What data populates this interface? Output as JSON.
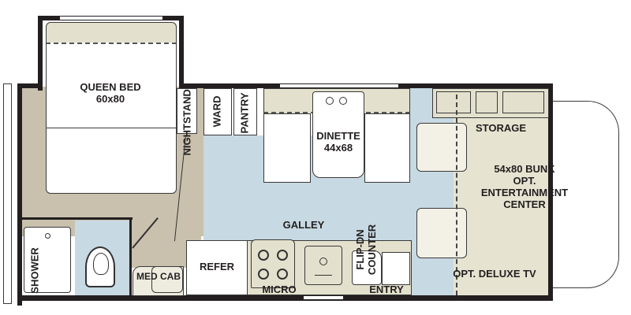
{
  "floorplan": {
    "colors": {
      "wall": "#231f20",
      "floor_bedroom": "#c9c1ad",
      "floor_galley": "#c7d9e2",
      "cabinet": "#e3e0cd",
      "bunk_area": "#e6e3d1",
      "fixture": "#ffffff",
      "text": "#231f20"
    },
    "rooms": {
      "queen_bed": {
        "line1": "QUEEN BED",
        "line2": "60x80"
      },
      "nightstand": "NIGHTSTAND",
      "ward": "WARD",
      "pantry": "PANTRY",
      "dinette": {
        "line1": "DINETTE",
        "line2": "44x68"
      },
      "storage": "STORAGE",
      "bunk": {
        "line1": "54x80 BUNK",
        "line2": "OPT.",
        "line3": "ENTERTAINMENT",
        "line4": "CENTER"
      },
      "galley": "GALLEY",
      "flip_dn_counter": {
        "line1": "FLIP-DN",
        "line2": "COUNTER"
      },
      "shower": "SHOWER",
      "med_cab": "MED CAB",
      "refer": "REFER",
      "micro": "MICRO",
      "entry": "ENTRY",
      "opt_deluxe_tv": "OPT. DELUXE TV"
    }
  }
}
